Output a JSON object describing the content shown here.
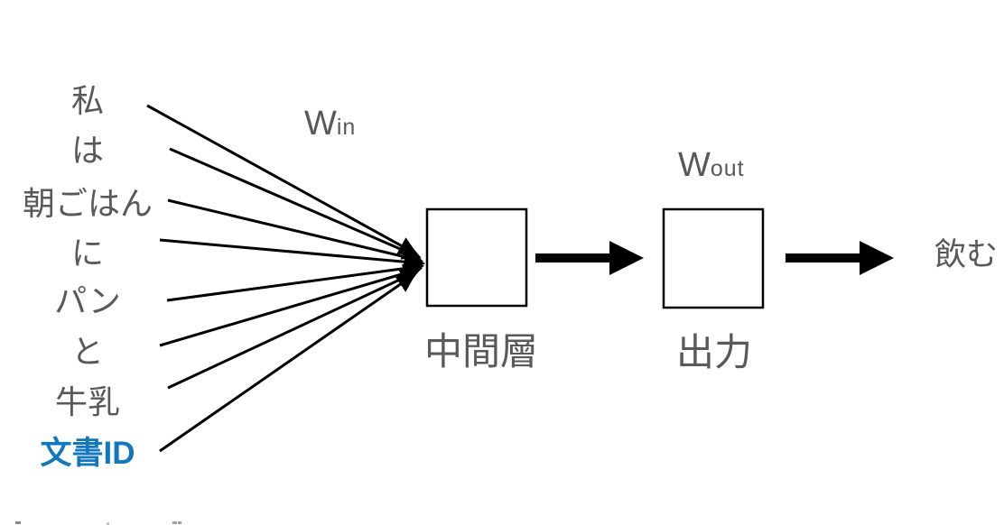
{
  "diagram": {
    "title_semantic": "word2vec-style network: context words through hidden layer to output word",
    "input_words": [
      {
        "label": "私"
      },
      {
        "label": "は"
      },
      {
        "label": "朝ごはん"
      },
      {
        "label": "に"
      },
      {
        "label": "パン"
      },
      {
        "label": "と"
      },
      {
        "label": "牛乳"
      },
      {
        "label": "文書ID"
      }
    ],
    "weight_in": {
      "base": "W",
      "sub": "in"
    },
    "weight_out": {
      "base": "W",
      "sub": "out"
    },
    "hidden_layer_label": "中間層",
    "output_layer_label": "出力",
    "output_word": "飲む",
    "colors": {
      "label_gray": "#595959",
      "doc_id_blue": "#1377be",
      "diagram_black": "#000000"
    }
  }
}
